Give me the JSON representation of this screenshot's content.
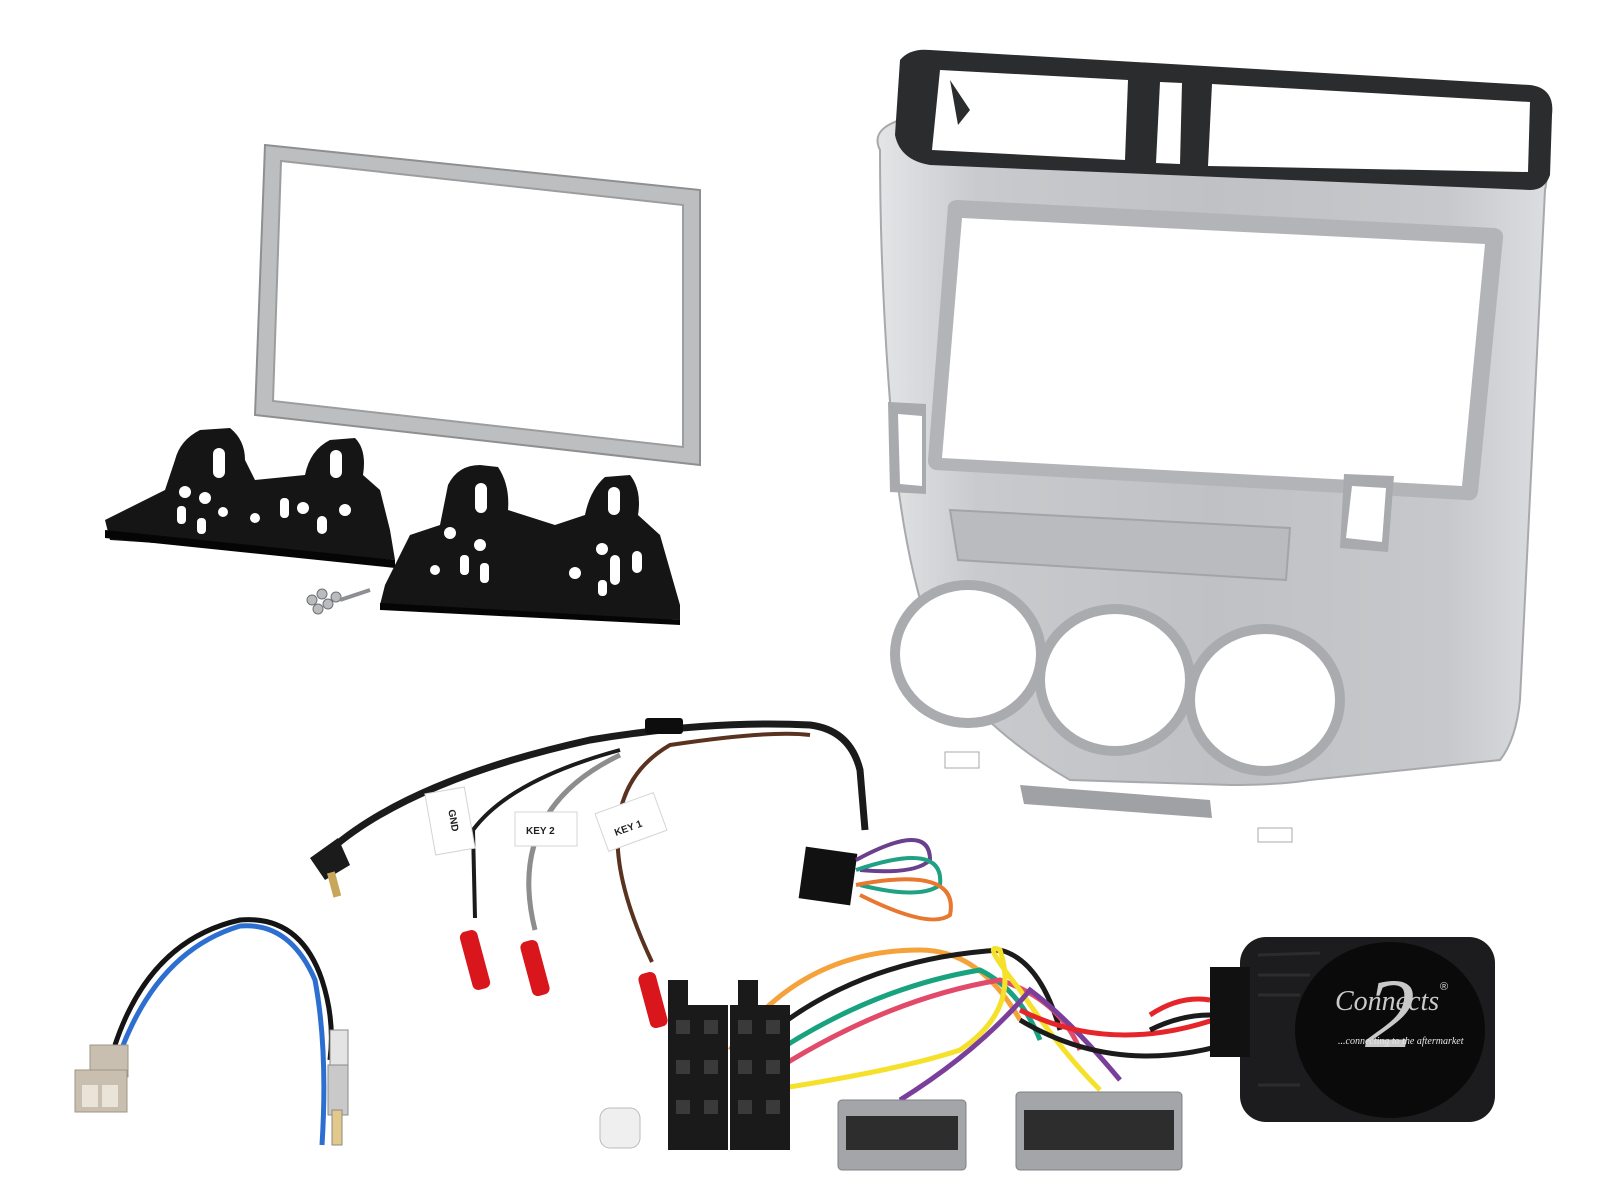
{
  "scene": {
    "description": "Car stereo double-DIN fitting kit product photo",
    "background": "#ffffff"
  },
  "parts": {
    "facia_panel": {
      "name": "Silver double-DIN facia panel with black vent surround",
      "color_silver": "#c4c6c9",
      "color_black": "#2a2c2e"
    },
    "trim_ring": {
      "name": "Chrome trim surround ring",
      "color": "#b8b9bb"
    },
    "brackets": {
      "name": "Black side mounting brackets",
      "count": 2,
      "color": "#141414"
    },
    "screws": {
      "name": "Fixing screws"
    },
    "steering_interface_lead": {
      "name": "Steering control patch lead with 3.5mm jack",
      "tags": [
        "GND",
        "KEY 2",
        "KEY 1"
      ],
      "wire_colors": {
        "black": "#1b1b1b",
        "grey": "#8d8d8d",
        "brown": "#5a3220",
        "purple": "#6a3f8c",
        "green": "#1fa184",
        "orange": "#e8782f",
        "red_terminal": "#d8161c"
      }
    },
    "antenna_adapter": {
      "name": "Aerial adapter lead",
      "wire_colors": [
        "#2d6fd0",
        "#141414"
      ],
      "connector_color": "#c9bfb0"
    },
    "iso_harness": {
      "name": "ISO wiring harness with vehicle connectors",
      "wire_colors": [
        "#f5a23a",
        "#1b1b1b",
        "#18a27f",
        "#e24a6a",
        "#f5e12a",
        "#7a3f9a",
        "#e5252a",
        "#ffffff"
      ]
    },
    "interface_box": {
      "name": "Steering wheel control interface box",
      "brand": "Connects",
      "brand_numeral": "2",
      "registered_mark": "®",
      "tagline": "...connecting to the aftermarket"
    }
  }
}
